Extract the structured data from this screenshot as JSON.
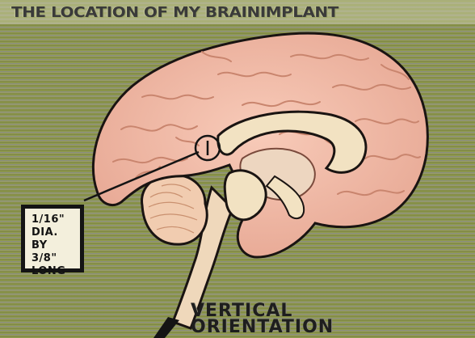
{
  "title": "THE LOCATION OF MY BRAINIMPLANT",
  "implant_label": {
    "lines": [
      "1/16\"",
      "DIA.",
      "BY",
      "3/8\"",
      "LONG"
    ]
  },
  "orientation_label": {
    "lines": [
      "VERTICAL",
      "ORIENTATION"
    ]
  },
  "colors": {
    "background_stripe_green": "#9aa04a",
    "background_stripe_violet": "#8d86a6",
    "brain_pink": "#f0b9a6",
    "brain_outline": "#1a1412",
    "corpus_callosum": "#f2e2c2",
    "cerebellum": "#f1ccb0",
    "brainstem": "#efd8bb",
    "implant_marker": "#1a1412"
  }
}
